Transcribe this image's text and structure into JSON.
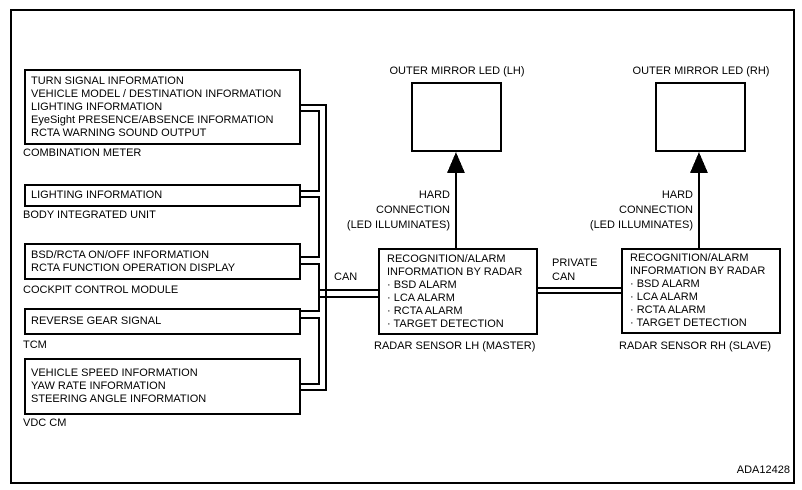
{
  "diagram": {
    "title_hidden": "",
    "figure_code": "ADA12428",
    "colors": {
      "line": "#000000",
      "background": "#ffffff"
    },
    "modules": [
      {
        "name": "COMBINATION METER",
        "signals": [
          "TURN SIGNAL INFORMATION",
          "VEHICLE MODEL / DESTINATION INFORMATION",
          "LIGHTING INFORMATION",
          "EyeSight PRESENCE/ABSENCE INFORMATION",
          "RCTA WARNING SOUND OUTPUT"
        ]
      },
      {
        "name": "BODY INTEGRATED UNIT",
        "signals": [
          "LIGHTING INFORMATION"
        ]
      },
      {
        "name": "COCKPIT CONTROL MODULE",
        "signals": [
          "BSD/RCTA ON/OFF INFORMATION",
          "RCTA FUNCTION OPERATION DISPLAY"
        ]
      },
      {
        "name": "TCM",
        "signals": [
          "REVERSE GEAR SIGNAL"
        ]
      },
      {
        "name": "VDC CM",
        "signals": [
          "VEHICLE SPEED INFORMATION",
          "YAW RATE INFORMATION",
          "STEERING ANGLE INFORMATION"
        ]
      }
    ],
    "buses": {
      "can_label": "CAN",
      "private_can_line1": "PRIVATE",
      "private_can_line2": "CAN"
    },
    "mirrors": {
      "lh_label": "OUTER MIRROR LED (LH)",
      "rh_label": "OUTER MIRROR LED (RH)",
      "hard_connection_line1": "HARD",
      "hard_connection_line2": "CONNECTION",
      "hard_connection_line3": "(LED ILLUMINATES)"
    },
    "radar_lh": {
      "label": "RADAR SENSOR LH (MASTER)",
      "lines": [
        "RECOGNITION/ALARM",
        "INFORMATION BY RADAR",
        "· BSD ALARM",
        "· LCA ALARM",
        "· RCTA ALARM",
        "· TARGET DETECTION"
      ]
    },
    "radar_rh": {
      "label": "RADAR SENSOR RH (SLAVE)",
      "lines": [
        "RECOGNITION/ALARM",
        "INFORMATION BY RADAR",
        "· BSD ALARM",
        "· LCA ALARM",
        "· RCTA ALARM",
        "· TARGET DETECTION"
      ]
    }
  }
}
